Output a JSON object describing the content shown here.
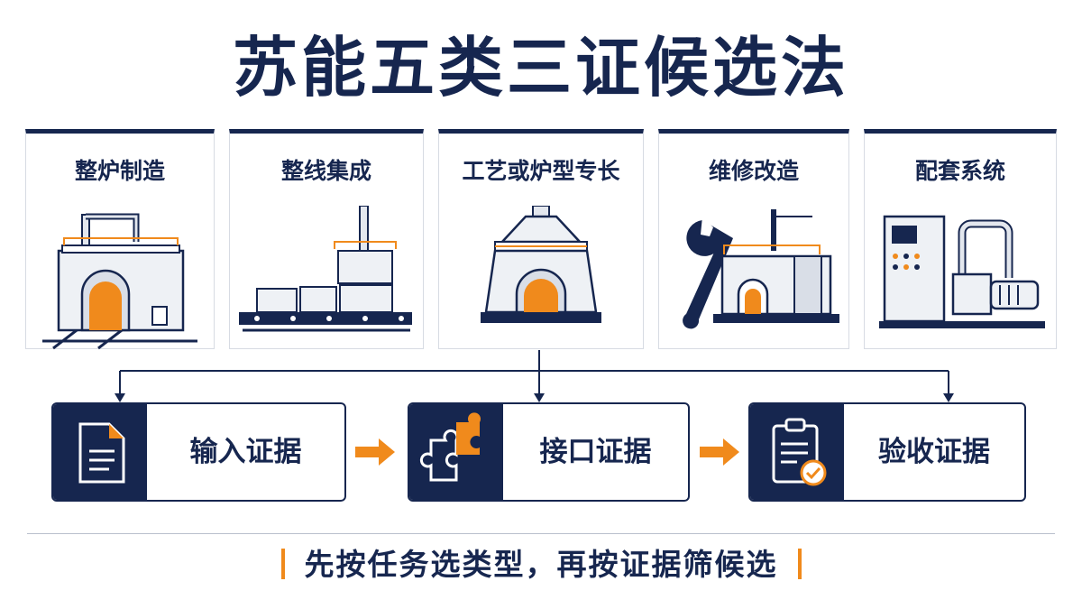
{
  "title": "苏能五类三证候选法",
  "categories": [
    {
      "label": "整炉制造",
      "icon": "furnace-icon"
    },
    {
      "label": "整线集成",
      "icon": "production-line-icon"
    },
    {
      "label": "工艺或炉型专长",
      "icon": "kiln-icon"
    },
    {
      "label": "维修改造",
      "icon": "wrench-furnace-icon"
    },
    {
      "label": "配套系统",
      "icon": "control-cabinet-pump-icon"
    }
  ],
  "evidence": [
    {
      "label": "输入证据",
      "icon": "document-icon"
    },
    {
      "label": "接口证据",
      "icon": "puzzle-icon"
    },
    {
      "label": "验收证据",
      "icon": "clipboard-check-icon"
    }
  ],
  "footer": "先按任务选类型，再按证据筛候选",
  "colors": {
    "navy": "#16264f",
    "orange": "#f08a1c",
    "border": "#d7dbe3"
  }
}
